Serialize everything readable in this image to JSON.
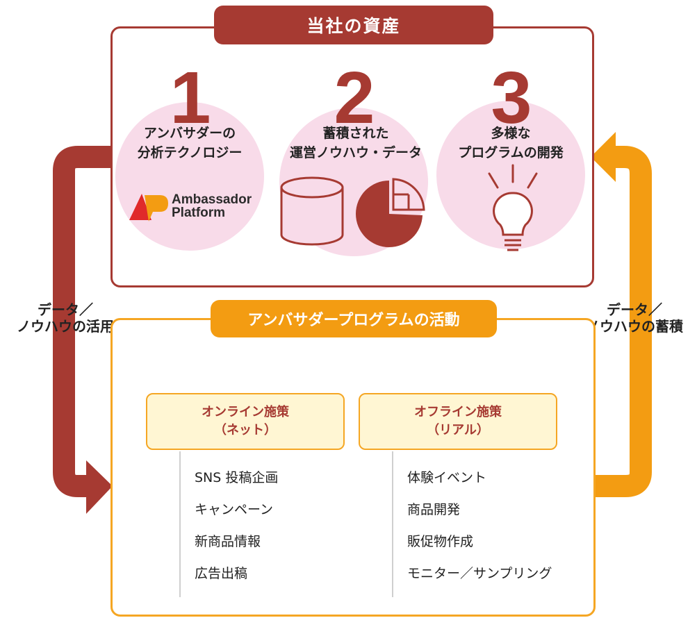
{
  "assets": {
    "title": "当社の資産",
    "items": [
      {
        "number": "1",
        "label": "アンバサダーの\n分析テクノロジー",
        "logo_text": "Ambassador\nPlatform"
      },
      {
        "number": "2",
        "label": "蓄積された\n運営ノウハウ・データ"
      },
      {
        "number": "3",
        "label": "多様な\nプログラムの開発"
      }
    ]
  },
  "left_flow_label": "データ／\nノウハウの活用",
  "right_flow_label": "データ／\nノウハウの蓄積",
  "activities": {
    "title": "アンバサダープログラムの活動",
    "online": {
      "heading": "オンライン施策\n（ネット）",
      "items": [
        "SNS 投稿企画",
        "キャンペーン",
        "新商品情報",
        "広告出稿"
      ]
    },
    "offline": {
      "heading": "オフライン施策\n（リアル）",
      "items": [
        "体験イベント",
        "商品開発",
        "販促物作成",
        "モニター／サンプリング"
      ]
    }
  },
  "colors": {
    "dark_red": "#a63a32",
    "orange": "#f39c12",
    "pink": "#f8dbe9",
    "cream": "#fff6d3"
  },
  "icons": [
    "ambassador-platform-logo",
    "database-cylinder-icon",
    "pie-chart-icon",
    "light-bulb-icon",
    "flow-arrow-down",
    "flow-arrow-up"
  ]
}
